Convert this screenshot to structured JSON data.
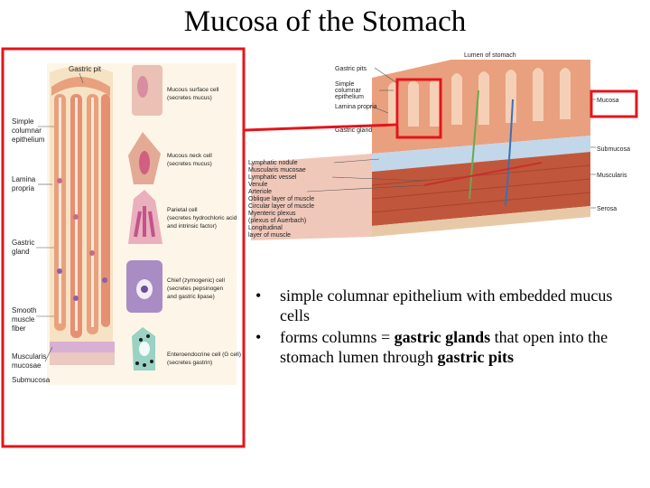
{
  "slide": {
    "title": "Mucosa of the Stomach"
  },
  "left_figure": {
    "labels": {
      "gastric_pit": "Gastric pit",
      "simple_columnar_epithelium": [
        "Simple",
        "columnar",
        "epithelium"
      ],
      "lamina_propria": [
        "Lamina",
        "propria"
      ],
      "gastric_gland": [
        "Gastric",
        "gland"
      ],
      "smooth_muscle_fiber": [
        "Smooth",
        "muscle",
        "fiber"
      ],
      "muscularis_mucosae": [
        "Muscularis",
        "mucosae"
      ],
      "submucosa": "Submucosa"
    },
    "cells": [
      {
        "name": "Mucous surface cell",
        "desc": "(secretes mucus)"
      },
      {
        "name": "Mucous neck cell",
        "desc": "(secretes mucus)"
      },
      {
        "name": "Parietal cell",
        "desc": "(secretes hydrochloric acid",
        "desc2": "and intrinsic factor)"
      },
      {
        "name": "Chief (zymogenic) cell",
        "desc": "(secretes pepsinogen",
        "desc2": "and gastric lipase)"
      },
      {
        "name": "Enteroendocrine cell (G cell)",
        "desc": "(secretes gastrin)"
      }
    ]
  },
  "right_figure": {
    "labels_top": [
      "Lumen of stomach",
      "Gastric pits"
    ],
    "labels_left": [
      [
        "Simple",
        "columnar",
        "epithelium"
      ],
      "Lamina propria",
      "Gastric gland",
      "Lymphatic nodule",
      "Muscularis mucosae",
      "Lymphatic vessel",
      "Venule",
      "Arteriole",
      "Oblique layer of muscle",
      "Circular layer of muscle",
      "Myenteric plexus",
      "(plexus of Auerbach)",
      "Longitudinal",
      "layer of muscle"
    ],
    "labels_right": [
      "Mucosa",
      "Submucosa",
      "Muscularis",
      "Serosa"
    ]
  },
  "bullets": [
    {
      "text": "simple columnar epithelium with embedded mucus cells"
    },
    {
      "pre": "forms columns = ",
      "b1": "gastric glands",
      "mid": " that open into the stomach lumen through ",
      "b2": "gastric pits"
    }
  ],
  "colors": {
    "highlight_red": "#e3151a",
    "tissue_pink": "#e9a07e",
    "lamina_cream": "#f6e3c4",
    "muscle_red": "#c0573c"
  }
}
